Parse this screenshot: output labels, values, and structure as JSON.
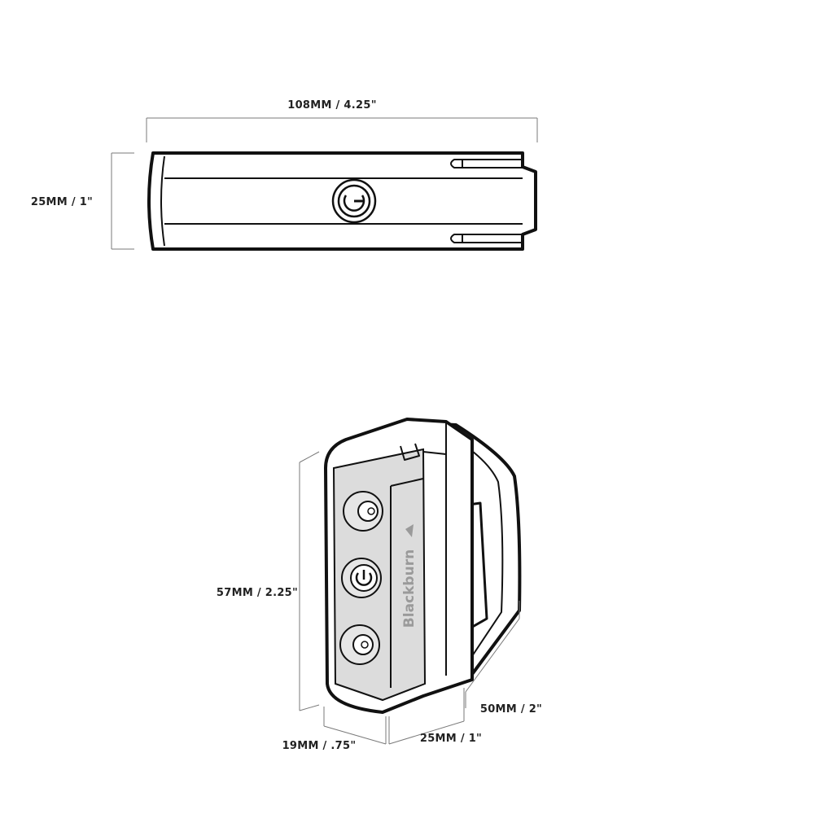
{
  "top_view": {
    "width_label": "108MM / 4.25\"",
    "height_label": "25MM / 1\""
  },
  "front_view": {
    "height_label": "57MM / 2.25\"",
    "depth_label": "50MM / 2\"",
    "front_width_label": "19MM / .75\"",
    "side_width_label": "25MM / 1\"",
    "brand_text": "Blackburn"
  },
  "icons": {
    "top_power": "power-icon",
    "front_power": "power-icon",
    "front_buttons": "round-button-icon",
    "brand_logo": "blackburn-logo-icon"
  },
  "colors": {
    "line": "#111111",
    "dimension_line": "#7a7a7a",
    "face_panel": "#dcdcdc",
    "label": "#222222",
    "brand_text": "#9a9a9a"
  }
}
